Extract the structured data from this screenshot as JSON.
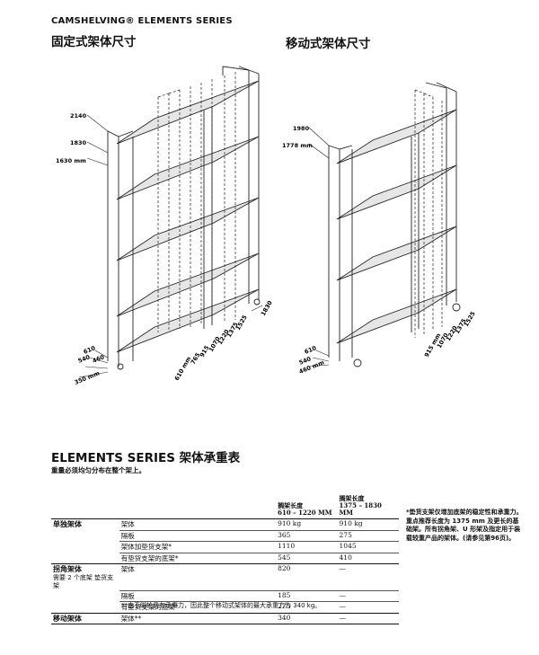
{
  "header": {
    "series_title": "CAMSHELVING® ELEMENTS SERIES",
    "fixed_title": "固定式架体尺寸",
    "mobile_title": "移动式架体尺寸"
  },
  "fixed_dimensions": {
    "heights": [
      "2140",
      "1830",
      "1630 mm"
    ],
    "depths": [
      "610",
      "540",
      "460",
      "350 mm"
    ],
    "lengths": [
      "1830",
      "1525",
      "1375",
      "1220",
      "1070",
      "915",
      "765",
      "610 mm"
    ]
  },
  "mobile_dimensions": {
    "heights": [
      "1980",
      "1778 mm"
    ],
    "depths": [
      "610",
      "540",
      "460 mm"
    ],
    "lengths": [
      "1525",
      "1375",
      "1220",
      "1070",
      "915 mm"
    ]
  },
  "table": {
    "heading": "ELEMENTS SERIES 架体承重表",
    "subheading": "重量必须均匀分布在整个架上。",
    "col1_line1": "搁架长度",
    "col1_line2": "610 – 1220 MM",
    "col2_line1": "搁架长度",
    "col2_line2": "1375 – 1830 MM",
    "groups": [
      {
        "category": "单独架体",
        "category_sub": "",
        "rows": [
          {
            "item": "架体",
            "v1": "910 kg",
            "v2": "910 kg"
          },
          {
            "item": "隔板",
            "v1": "365",
            "v2": "275"
          },
          {
            "item": "架体加垫货支架*",
            "v1": "1110",
            "v2": "1045"
          },
          {
            "item": "有垫货支架的底架*",
            "v1": "545",
            "v2": "410"
          }
        ]
      },
      {
        "category": "拐角架体",
        "category_sub": "需要 2 个底架 垫货支架",
        "rows": [
          {
            "item": "架体",
            "v1": "820",
            "v2": "—"
          },
          {
            "item": "隔板",
            "v1": "185",
            "v2": "—"
          },
          {
            "item": "有垫货支架的底架*",
            "v1": "275",
            "v2": "—"
          }
        ]
      },
      {
        "category": "移动架体",
        "category_sub": "",
        "rows": [
          {
            "item": "架体**",
            "v1": "340",
            "v2": "—"
          }
        ]
      }
    ],
    "footnote": "**由于脚轮具有承重力，因此整个移动式架体的最大承重力为 340 kg。",
    "side_note": "*垫货支架仅增加底架的稳定性和承重力。重点推荐长度为 1375 mm 及更长的基础架。所有拐角架、U 形架及指定用于装载较重产品的架体。(请参见第96页)。"
  }
}
